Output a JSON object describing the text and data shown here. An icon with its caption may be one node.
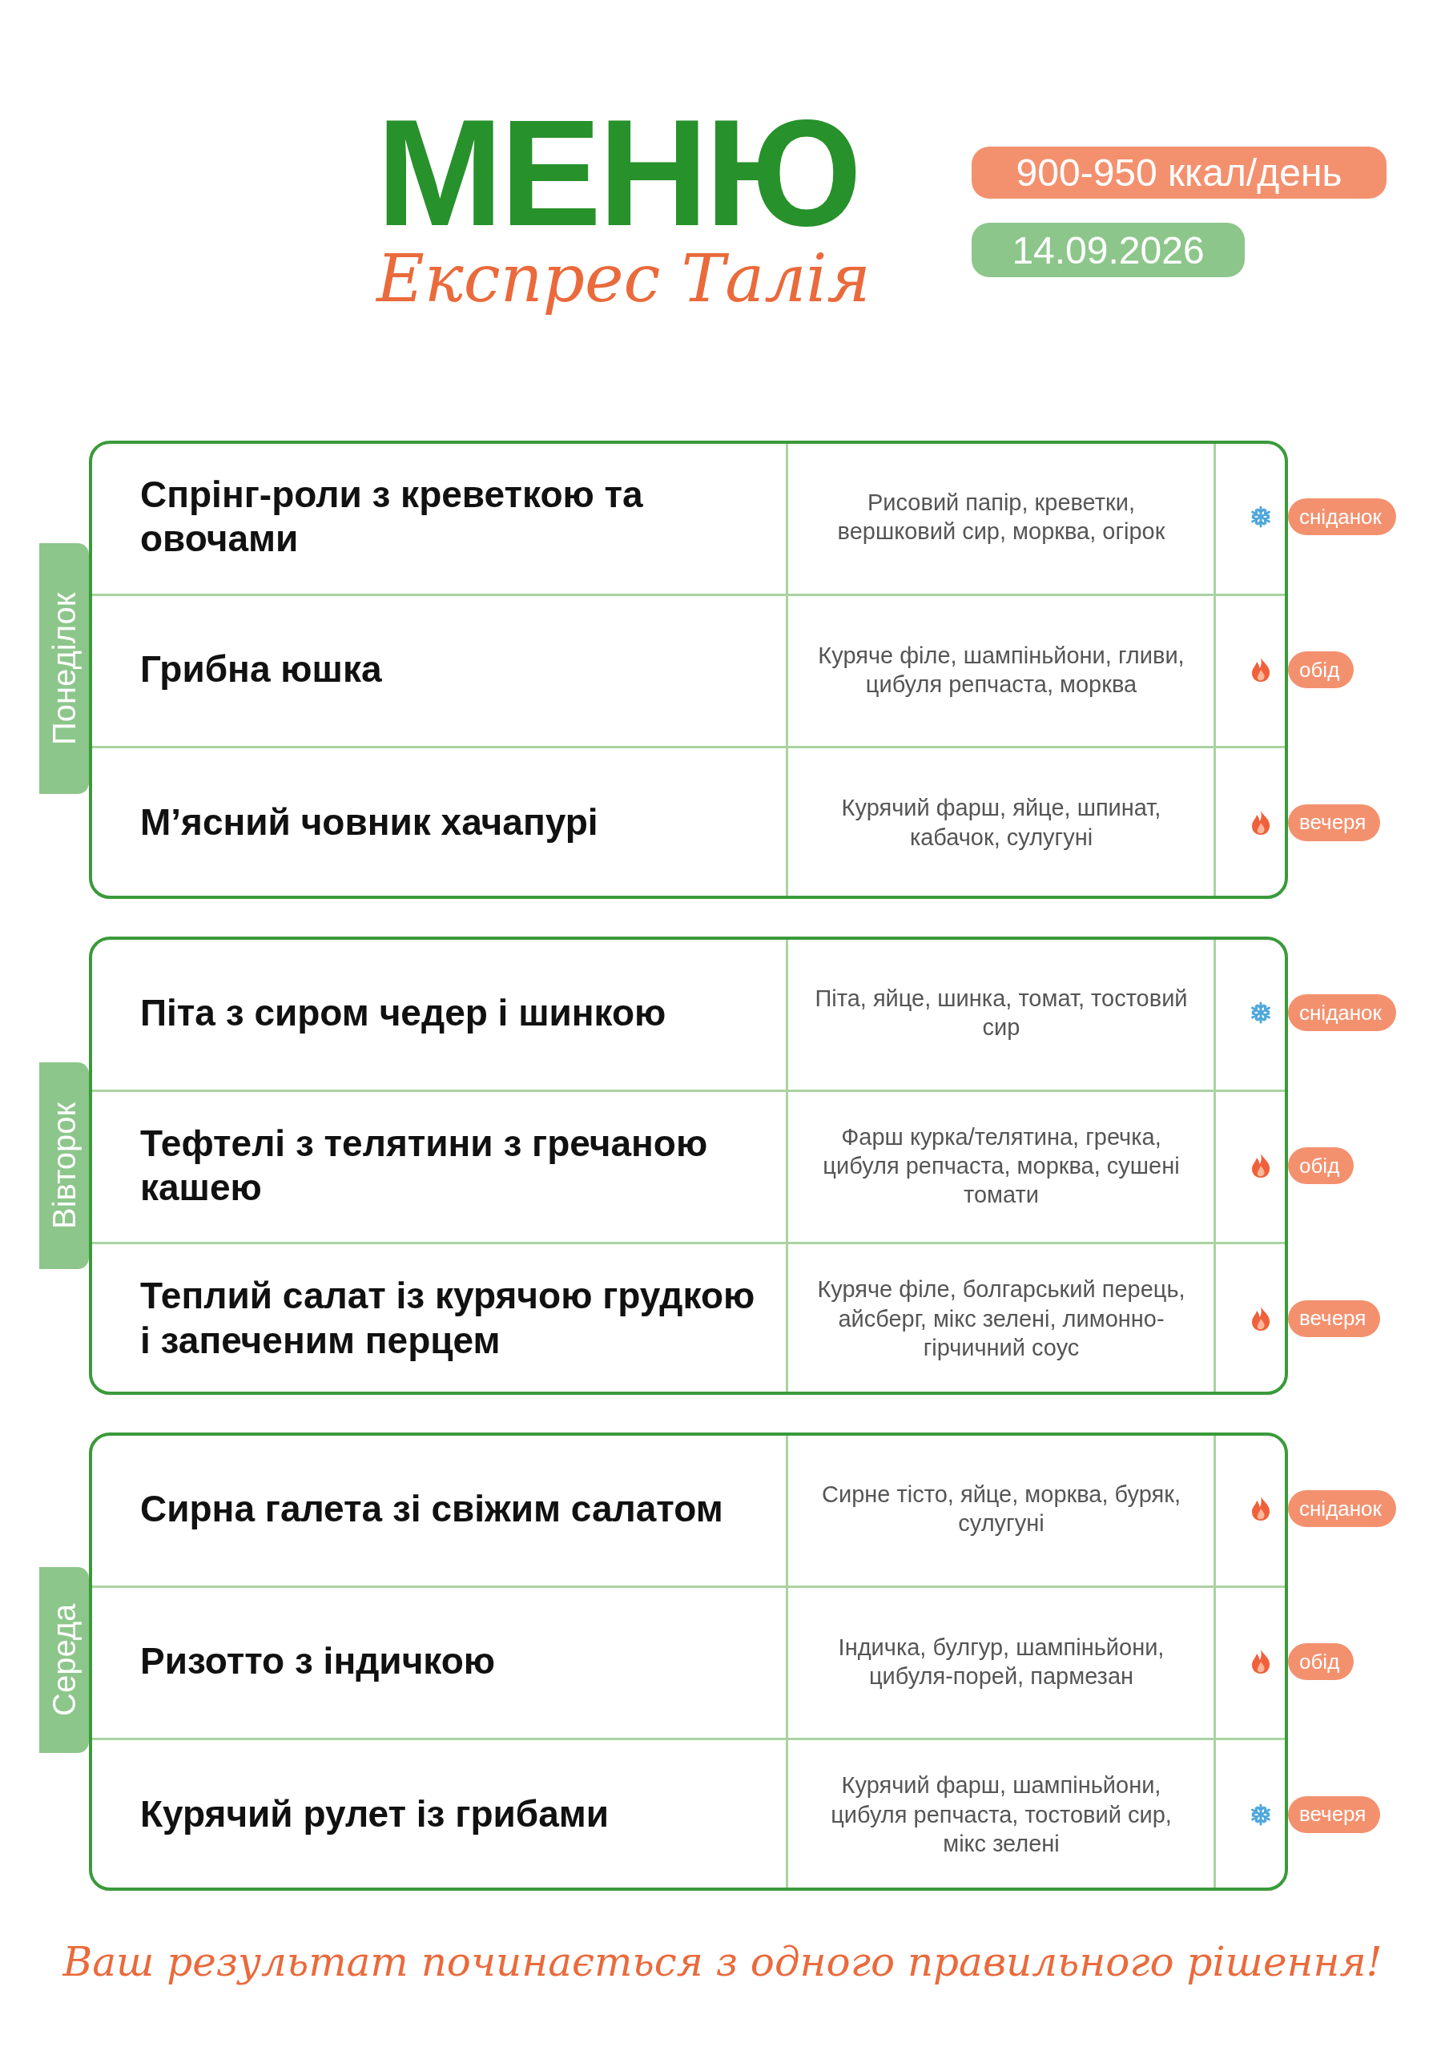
{
  "diagram": {
    "title": "МЕНЮ",
    "caption": "Ваш результат починається з одного правильного рішення!",
    "labels": [
      "Експрес Талія"
    ],
    "nodes": [
      {
        "text": [
          "900-950 ккал/день"
        ]
      },
      {
        "text": [
          "14.09.2026"
        ]
      },
      {
        "text": [
          "Понеділок"
        ]
      },
      {
        "text": [
          "Спрінг-роли з креветкою та овочами"
        ],
        "in": 2
      },
      {
        "text": [
          "Рисовий папір, креветки, вершковий сир, морква, огірок"
        ],
        "in": 2
      },
      {
        "text": [
          "сніданок"
        ]
      },
      {
        "text": [
          "Грибна юшка"
        ],
        "in": 2
      },
      {
        "text": [
          "Куряче філе, шампіньйони, гливи, цибуля репчаста, морква"
        ],
        "in": 2
      },
      {
        "text": [
          "обід"
        ]
      },
      {
        "text": [
          "М’ясний човник хачапурі"
        ],
        "in": 2
      },
      {
        "text": [
          "Курячий фарш, яйце, шпинат, кабачок, сулугуні"
        ],
        "in": 2
      },
      {
        "text": [
          "вечеря"
        ]
      },
      {
        "text": [
          "Вівторок"
        ]
      },
      {
        "text": [
          "Піта з сиром чедер і шинкою"
        ],
        "in": 12
      },
      {
        "text": [
          "Піта, яйце, шинка, томат, тостовий сир"
        ],
        "in": 12
      },
      {
        "text": [
          "сніданок"
        ]
      },
      {
        "text": [
          "Тефтелі з телятини з гречаною кашею"
        ],
        "in": 12
      },
      {
        "text": [
          "Фарш курка/телятина, гречка, цибуля репчаста, морква, сушені томати"
        ],
        "in": 12
      },
      {
        "text": [
          "обід"
        ]
      },
      {
        "text": [
          "Теплий салат із курячою грудкою і запеченим перцем"
        ],
        "in": 12
      },
      {
        "text": [
          "Куряче філе, болгарський перець, айсберг, мікс зелені, лимонно-гірчичний соус"
        ],
        "in": 12
      },
      {
        "text": [
          "вечеря"
        ]
      },
      {
        "text": [
          "Середа"
        ]
      },
      {
        "text": [
          "Сирна галета зі свіжим салатом"
        ],
        "in": 22
      },
      {
        "text": [
          "Сирне тісто, яйце, морква, буряк, сулугуні"
        ],
        "in": 22
      },
      {
        "text": [
          "сніданок"
        ]
      },
      {
        "text": [
          "Ризотто з індичкою"
        ],
        "in": 22
      },
      {
        "text": [
          "Індичка, булгур, шампіньйони, цибуля-порей, пармезан"
        ],
        "in": 22
      },
      {
        "text": [
          "обід"
        ]
      },
      {
        "text": [
          "Курячий рулет із грибами"
        ],
        "in": 22
      },
      {
        "text": [
          "Курячий фарш, шампіньйони, цибуля репчаста, тостовий сир, мікс зелені"
        ],
        "in": 22
      },
      {
        "text": [
          "вечеря"
        ]
      }
    ]
  }
}
